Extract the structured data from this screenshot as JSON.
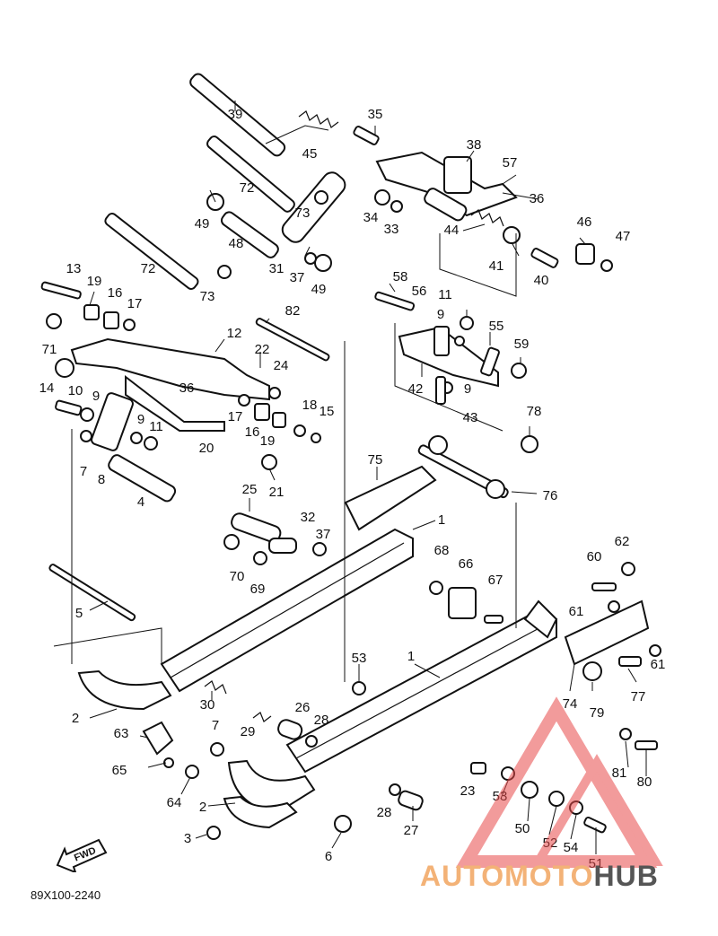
{
  "diagram": {
    "document_code": "89X100-2240",
    "fwd_label": "FWD",
    "watermark": {
      "part1": "AUTOMOTO",
      "part2": "HUB",
      "color1": "#f3b277",
      "color2": "#555555",
      "triangle_color": "#e84a4a"
    },
    "callouts": {
      "c39": "39",
      "c45": "45",
      "c35": "35",
      "c38": "38",
      "c57": "57",
      "c72a": "72",
      "c73a": "73",
      "c34": "34",
      "c33": "33",
      "c36a": "36",
      "c46": "46",
      "c47": "47",
      "c49a": "49",
      "c48": "48",
      "c44": "44",
      "c41": "41",
      "c40": "40",
      "c72b": "72",
      "c31": "31",
      "c37a": "37",
      "c49b": "49",
      "c13": "13",
      "c19a": "19",
      "c16a": "16",
      "c17a": "17",
      "c73b": "73",
      "c58": "58",
      "c56": "56",
      "c11a": "11",
      "c9a": "9",
      "c55": "55",
      "c82": "82",
      "c59": "59",
      "c71": "71",
      "c12": "12",
      "c22": "22",
      "c24": "24",
      "c42": "42",
      "c9b": "9",
      "c14": "14",
      "c10": "10",
      "c9c": "9",
      "c36b": "36",
      "c43": "43",
      "c17b": "17",
      "c18": "18",
      "c15": "15",
      "c78": "78",
      "c9d": "9",
      "c11b": "11",
      "c16b": "16",
      "c19b": "19",
      "c20": "20",
      "c7a": "7",
      "c8": "8",
      "c75": "75",
      "c1a": "1",
      "c21": "21",
      "c4": "4",
      "c25": "25",
      "c76": "76",
      "c32": "32",
      "c37b": "37",
      "c68": "68",
      "c66": "66",
      "c62": "62",
      "c60": "60",
      "c70": "70",
      "c69": "69",
      "c67": "67",
      "c5": "5",
      "c61a": "61",
      "c53a": "53",
      "c1b": "1",
      "c61b": "61",
      "c74": "74",
      "c79": "79",
      "c77": "77",
      "c30": "30",
      "c2a": "2",
      "c26": "26",
      "c28a": "28",
      "c7b": "7",
      "c29": "29",
      "c63": "63",
      "c81": "81",
      "c80": "80",
      "c65": "65",
      "c23": "23",
      "c53b": "53",
      "c64": "64",
      "c2b": "2",
      "c28b": "28",
      "c50": "50",
      "c27": "27",
      "c52": "52",
      "c54": "54",
      "c3": "3",
      "c6": "6",
      "c51": "51"
    }
  }
}
